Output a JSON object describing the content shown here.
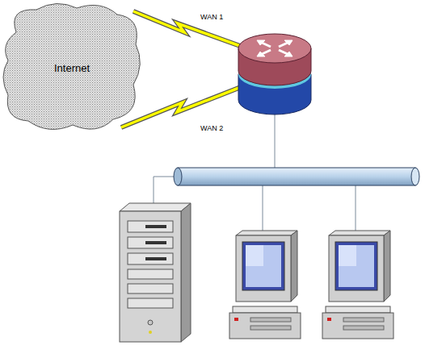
{
  "diagram": {
    "nodes": [
      {
        "text": [
          "Internet"
        ]
      }
    ],
    "labels": [
      "WAN 1",
      "WAN 2"
    ]
  }
}
